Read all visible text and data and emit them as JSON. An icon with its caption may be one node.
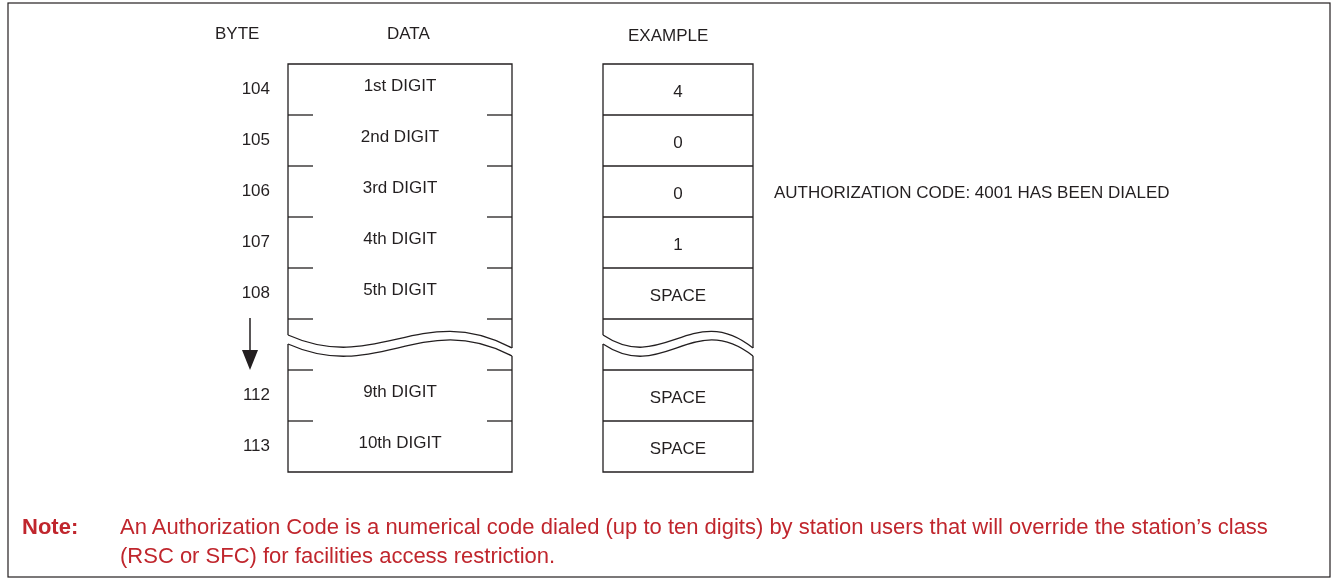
{
  "diagram": {
    "nodes": [
      {
        "text": [
          "1st DIGIT"
        ]
      },
      {
        "text": [
          "2nd DIGIT"
        ]
      },
      {
        "text": [
          "3rd DIGIT"
        ]
      },
      {
        "text": [
          "4th DIGIT"
        ]
      },
      {
        "text": [
          "5th DIGIT"
        ]
      },
      {
        "text": [
          "9th DIGIT"
        ]
      },
      {
        "text": [
          "10th DIGIT"
        ]
      },
      {
        "text": [
          "4"
        ]
      },
      {
        "text": [
          "0"
        ]
      },
      {
        "text": [
          "0"
        ]
      },
      {
        "text": [
          "1"
        ]
      },
      {
        "text": [
          "SPACE"
        ]
      },
      {
        "text": [
          "SPACE"
        ]
      },
      {
        "text": [
          "SPACE"
        ]
      }
    ],
    "edges": [],
    "labels": [
      "BYTE",
      "DATA",
      "EXAMPLE",
      "104",
      "105",
      "106",
      "AUTHORIZATION CODE: 4001 HAS BEEN DIALED",
      "107",
      "108",
      "112",
      "113",
      "Note:",
      "An Authorization Code is a numerical code dialed (up to ten digits) by station users that will override the station’s class (RSC or SFC) for facilities access restriction."
    ]
  }
}
